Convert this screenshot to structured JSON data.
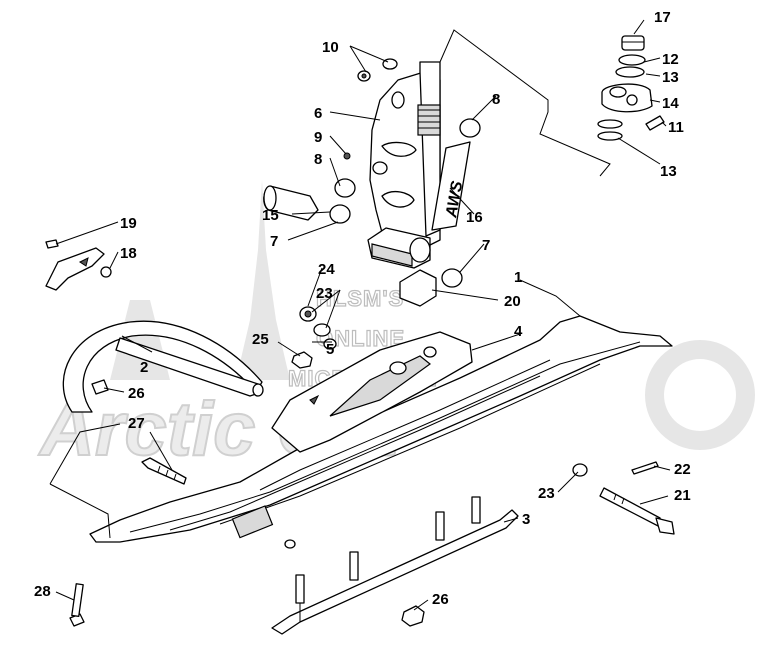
{
  "watermark": {
    "line1": "HLSM'S",
    "line2": "ONLINE",
    "line3": "MICROFICHE",
    "logo": "Arctic Cat"
  },
  "labels": {
    "n1": "1",
    "n2": "2",
    "n3": "3",
    "n4": "4",
    "n5": "5",
    "n6": "6",
    "n7a": "7",
    "n7b": "7",
    "n8a": "8",
    "n8b": "8",
    "n9": "9",
    "n10": "10",
    "n11": "11",
    "n12": "12",
    "n13a": "13",
    "n13b": "13",
    "n14": "14",
    "n15": "15",
    "n16": "16",
    "n17": "17",
    "n18": "18",
    "n19": "19",
    "n20": "20",
    "n21": "21",
    "n22": "22",
    "n23a": "23",
    "n23b": "23",
    "n24": "24",
    "n25": "25",
    "n26a": "26",
    "n26b": "26",
    "n27": "27",
    "n28": "28"
  },
  "decal_text": "AWS"
}
